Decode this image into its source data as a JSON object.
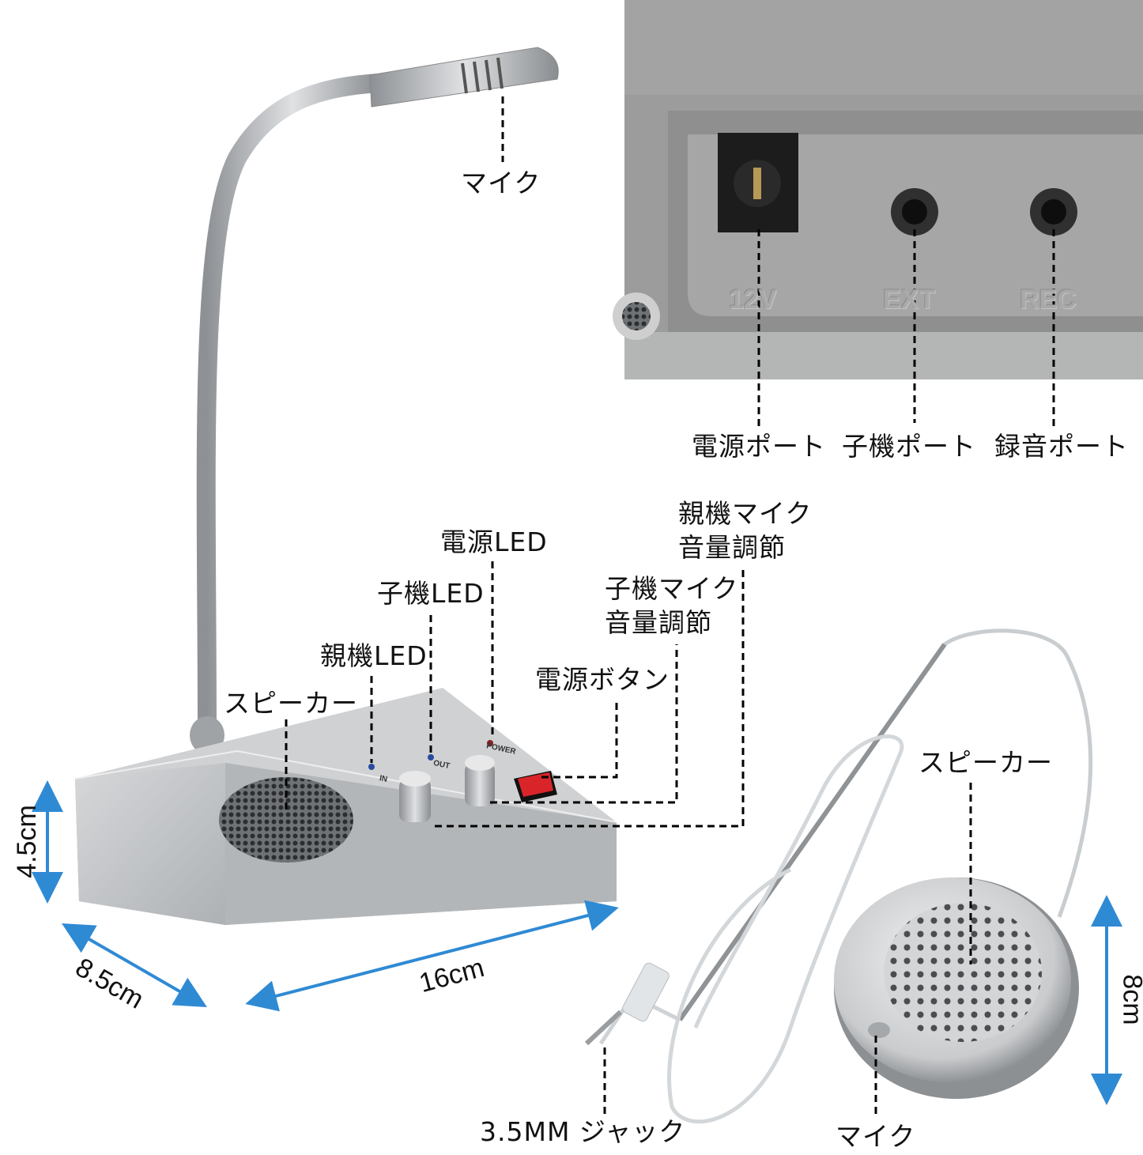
{
  "labels": {
    "mic_top": "マイク",
    "power_port": "電源ポート",
    "sub_port": "子機ポート",
    "record_port": "録音ポート",
    "master_mic_volume": [
      "親機マイク",
      "音量調節"
    ],
    "power_led": "電源LED",
    "sub_led": "子機LED",
    "sub_mic_volume": [
      "子機マイク",
      "音量調節"
    ],
    "master_led": "親機LED",
    "power_button": "電源ボタン",
    "speaker_base": "スピーカー",
    "speaker_remote": "スピーカー",
    "mic_remote": "マイク",
    "jack": "3.5MM ジャック"
  },
  "inset_ports": [
    "12V",
    "EXT",
    "REC"
  ],
  "panel_marks": {
    "in": "IN",
    "out": "OUT",
    "power": "POWER"
  },
  "dimensions": {
    "height": "4.5cm",
    "depth": "8.5cm",
    "width": "16cm",
    "remote_diameter": "8cm"
  },
  "colors": {
    "arrow": "#2f8ad4",
    "switch": "#d9252a",
    "inset_bg": "#9c9c9c"
  }
}
